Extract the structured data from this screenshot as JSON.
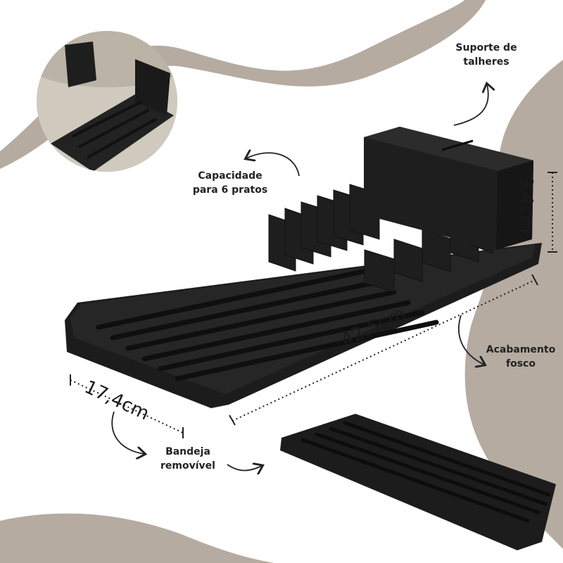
{
  "labels": {
    "cutlery_holder": [
      "Suporte de",
      "talheres"
    ],
    "capacity": [
      "Capacidade",
      "para 6 pratos"
    ],
    "finish": [
      "Acabamento",
      "fosco"
    ],
    "tray": [
      "Bandeja",
      "removível"
    ]
  },
  "dimensions": {
    "length": "42,5cm",
    "width": "17,4cm",
    "height": "9,4cm"
  },
  "colors": {
    "background": "#ffffff",
    "accent_wave": "#b5aba1",
    "product": "#1c1c1c",
    "text": "#222222"
  }
}
